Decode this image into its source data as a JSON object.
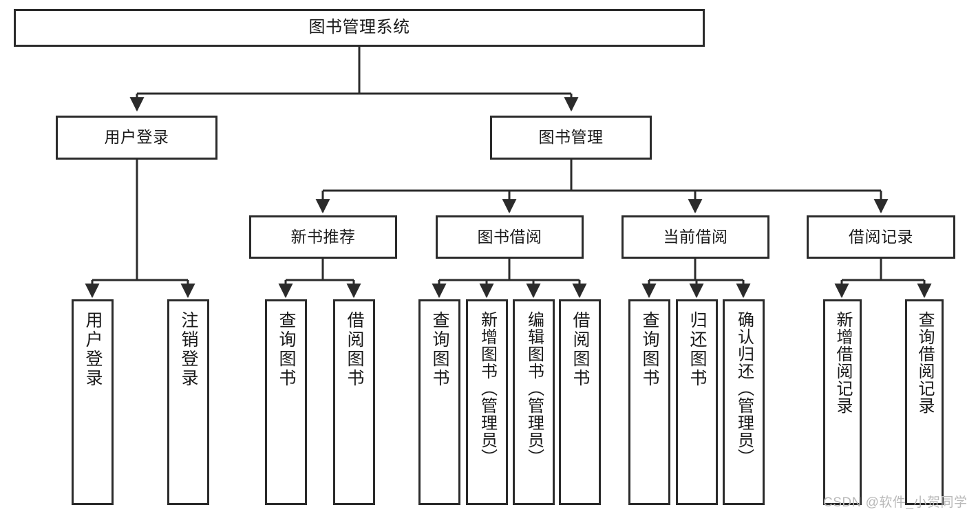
{
  "diagram": {
    "type": "tree",
    "title": "图书管理系统",
    "root": {
      "id": "root",
      "label": "图书管理系统"
    },
    "level1": [
      {
        "id": "user-login",
        "label": "用户登录"
      },
      {
        "id": "book-manage",
        "label": "图书管理"
      }
    ],
    "level2": [
      {
        "id": "new-book-rec",
        "label": "新书推荐",
        "parent": "book-manage"
      },
      {
        "id": "book-borrow",
        "label": "图书借阅",
        "parent": "book-manage"
      },
      {
        "id": "current-borrow",
        "label": "当前借阅",
        "parent": "book-manage"
      },
      {
        "id": "borrow-record",
        "label": "借阅记录",
        "parent": "book-manage"
      }
    ],
    "leaves": {
      "user_login": [
        {
          "id": "leaf-user-login",
          "label": "用户登录"
        },
        {
          "id": "leaf-user-logout",
          "label": "注销登录"
        }
      ],
      "new_book_rec": [
        {
          "id": "leaf-query-book-1",
          "label": "查询图书"
        },
        {
          "id": "leaf-borrow-book-1",
          "label": "借阅图书"
        }
      ],
      "book_borrow": [
        {
          "id": "leaf-query-book-2",
          "label": "查询图书"
        },
        {
          "id": "leaf-add-book",
          "label": "新增图书（管理员）"
        },
        {
          "id": "leaf-edit-book",
          "label": "编辑图书（管理员）"
        },
        {
          "id": "leaf-borrow-book-2",
          "label": "借阅图书"
        }
      ],
      "current_borrow": [
        {
          "id": "leaf-query-book-3",
          "label": "查询图书"
        },
        {
          "id": "leaf-return-book",
          "label": "归还图书"
        },
        {
          "id": "leaf-confirm-return",
          "label": "确认归还（管理员）"
        }
      ],
      "borrow_record": [
        {
          "id": "leaf-add-record",
          "label": "新增借阅记录"
        },
        {
          "id": "leaf-query-record",
          "label": "查询借阅记录"
        }
      ]
    },
    "colors": {
      "stroke": "#2b2b2b",
      "fill": "#ffffff",
      "text": "#1a1a1a",
      "watermark": "#b9b9b9"
    }
  },
  "watermark": {
    "text": "CSDN @软件_小贺同学"
  }
}
